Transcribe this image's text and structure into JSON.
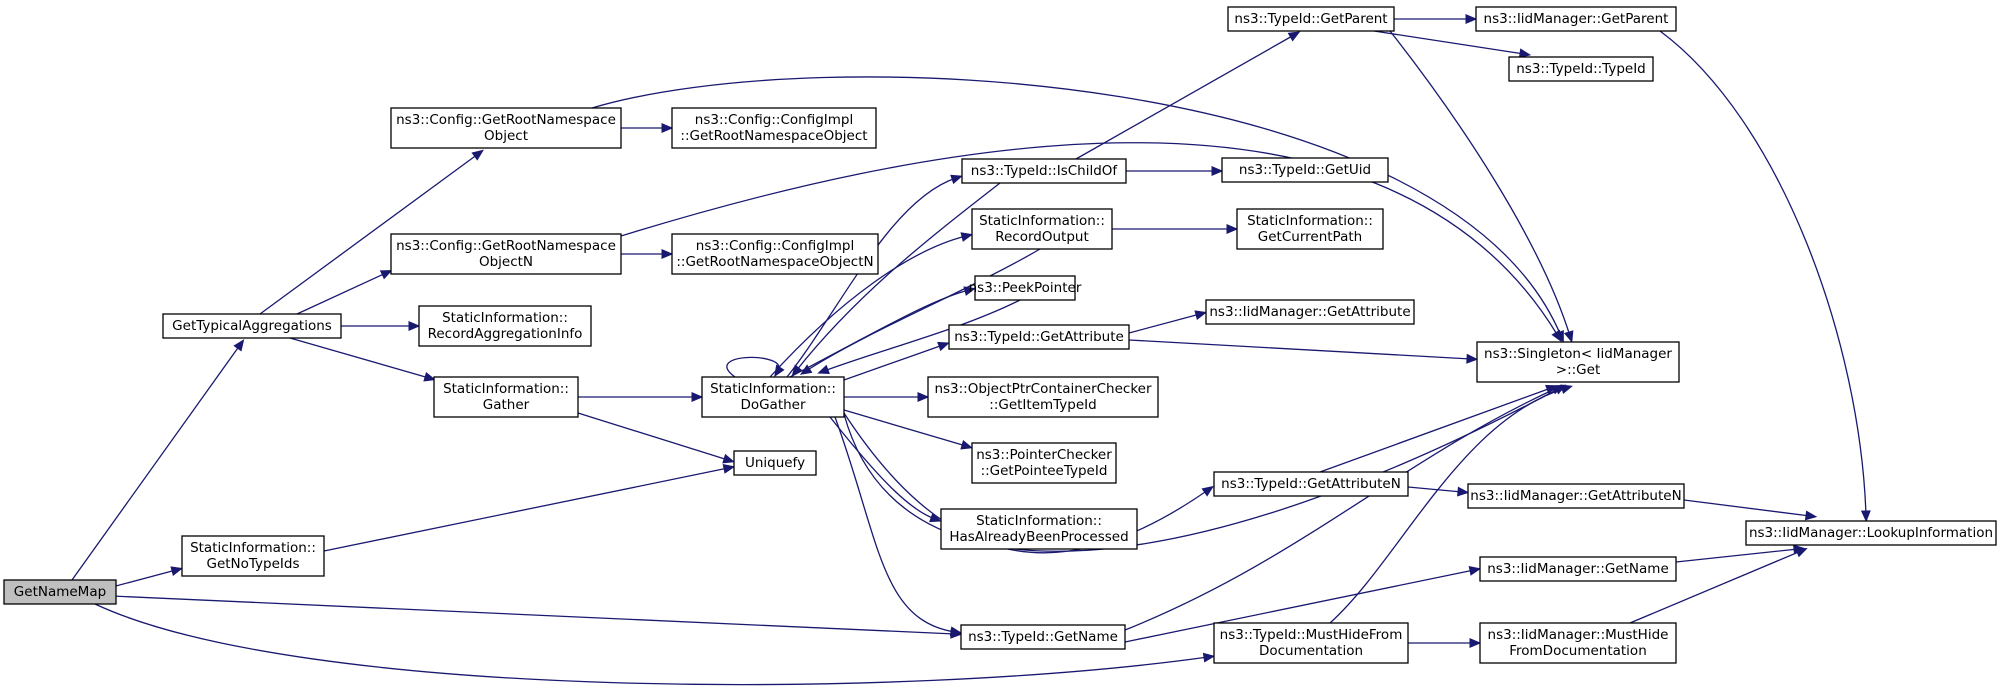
{
  "diagram": {
    "colors": {
      "edge": "#191970",
      "node_border": "#000000",
      "root_fill": "#bfbfbf",
      "node_fill": "#ffffff"
    },
    "nodes": [
      {
        "id": "getnamemap",
        "lines": [
          "GetNameMap"
        ],
        "root": true
      },
      {
        "id": "gettypicalaggregations",
        "lines": [
          "GetTypicalAggregations"
        ]
      },
      {
        "id": "getnotypeids",
        "lines": [
          "StaticInformation::",
          "GetNoTypeIds"
        ]
      },
      {
        "id": "getrootnsobject",
        "lines": [
          "ns3::Config::GetRootNamespace",
          "Object"
        ]
      },
      {
        "id": "getrootnsobjectn",
        "lines": [
          "ns3::Config::GetRootNamespace",
          "ObjectN"
        ]
      },
      {
        "id": "recordaggregationinfo",
        "lines": [
          "StaticInformation::",
          "RecordAggregationInfo"
        ]
      },
      {
        "id": "gather",
        "lines": [
          "StaticInformation::",
          "Gather"
        ]
      },
      {
        "id": "impl-getrootnsobject",
        "lines": [
          "ns3::Config::ConfigImpl",
          "::GetRootNamespaceObject"
        ]
      },
      {
        "id": "impl-getrootnsobjectn",
        "lines": [
          "ns3::Config::ConfigImpl",
          "::GetRootNamespaceObjectN"
        ]
      },
      {
        "id": "dogather",
        "lines": [
          "StaticInformation::",
          "DoGather"
        ]
      },
      {
        "id": "uniquefy",
        "lines": [
          "Uniquefy"
        ]
      },
      {
        "id": "ischildof",
        "lines": [
          "ns3::TypeId::IsChildOf"
        ]
      },
      {
        "id": "recordoutput",
        "lines": [
          "StaticInformation::",
          "RecordOutput"
        ]
      },
      {
        "id": "peekpointer",
        "lines": [
          "ns3::PeekPointer"
        ]
      },
      {
        "id": "typeid-getattribute",
        "lines": [
          "ns3::TypeId::GetAttribute"
        ]
      },
      {
        "id": "objectptrcontainerchecker",
        "lines": [
          "ns3::ObjectPtrContainerChecker",
          "::GetItemTypeId"
        ]
      },
      {
        "id": "pointerchecker",
        "lines": [
          "ns3::PointerChecker",
          "::GetPointeeTypeId"
        ]
      },
      {
        "id": "hasalreadybeenprocessed",
        "lines": [
          "StaticInformation::",
          "HasAlreadyBeenProcessed"
        ]
      },
      {
        "id": "typeid-getname",
        "lines": [
          "ns3::TypeId::GetName"
        ]
      },
      {
        "id": "typeid-getparent",
        "lines": [
          "ns3::TypeId::GetParent"
        ]
      },
      {
        "id": "typeid-getuid",
        "lines": [
          "ns3::TypeId::GetUid"
        ]
      },
      {
        "id": "getcurrentpath",
        "lines": [
          "StaticInformation::",
          "GetCurrentPath"
        ]
      },
      {
        "id": "iid-getattribute",
        "lines": [
          "ns3::IidManager::GetAttribute"
        ]
      },
      {
        "id": "typeid-getattributen",
        "lines": [
          "ns3::TypeId::GetAttributeN"
        ]
      },
      {
        "id": "typeid-musthide",
        "lines": [
          "ns3::TypeId::MustHideFrom",
          "Documentation"
        ]
      },
      {
        "id": "iid-getparent",
        "lines": [
          "ns3::IidManager::GetParent"
        ]
      },
      {
        "id": "typeid-typeid",
        "lines": [
          "ns3::TypeId::TypeId"
        ]
      },
      {
        "id": "singleton-get",
        "lines": [
          "ns3::Singleton< IidManager",
          ">::Get"
        ]
      },
      {
        "id": "iid-getattributen",
        "lines": [
          "ns3::IidManager::GetAttributeN"
        ]
      },
      {
        "id": "iid-getname",
        "lines": [
          "ns3::IidManager::GetName"
        ]
      },
      {
        "id": "iid-musthide",
        "lines": [
          "ns3::IidManager::MustHide",
          "FromDocumentation"
        ]
      },
      {
        "id": "iid-lookupinformation",
        "lines": [
          "ns3::IidManager::LookupInformation"
        ]
      }
    ],
    "edges": [
      {
        "from": "getnamemap",
        "to": "gettypicalaggregations"
      },
      {
        "from": "getnamemap",
        "to": "getnotypeids"
      },
      {
        "from": "getnamemap",
        "to": "typeid-getname"
      },
      {
        "from": "getnamemap",
        "to": "typeid-musthide"
      },
      {
        "from": "gettypicalaggregations",
        "to": "getrootnsobject"
      },
      {
        "from": "gettypicalaggregations",
        "to": "getrootnsobjectn"
      },
      {
        "from": "gettypicalaggregations",
        "to": "recordaggregationinfo"
      },
      {
        "from": "gettypicalaggregations",
        "to": "gather"
      },
      {
        "from": "getrootnsobject",
        "to": "impl-getrootnsobject"
      },
      {
        "from": "getrootnsobject",
        "to": "singleton-get"
      },
      {
        "from": "getrootnsobjectn",
        "to": "impl-getrootnsobjectn"
      },
      {
        "from": "getrootnsobjectn",
        "to": "singleton-get"
      },
      {
        "from": "gather",
        "to": "dogather"
      },
      {
        "from": "gather",
        "to": "uniquefy"
      },
      {
        "from": "getnotypeids",
        "to": "uniquefy"
      },
      {
        "from": "dogather",
        "to": "dogather"
      },
      {
        "from": "dogather",
        "to": "ischildof"
      },
      {
        "from": "dogather",
        "to": "recordoutput"
      },
      {
        "from": "dogather",
        "to": "peekpointer"
      },
      {
        "from": "dogather",
        "to": "typeid-getattribute"
      },
      {
        "from": "dogather",
        "to": "objectptrcontainerchecker"
      },
      {
        "from": "dogather",
        "to": "pointerchecker"
      },
      {
        "from": "dogather",
        "to": "hasalreadybeenprocessed"
      },
      {
        "from": "dogather",
        "to": "typeid-getattributen"
      },
      {
        "from": "dogather",
        "to": "typeid-getname"
      },
      {
        "from": "dogather",
        "to": "singleton-get"
      },
      {
        "from": "ischildof",
        "to": "dogather"
      },
      {
        "from": "recordoutput",
        "to": "dogather"
      },
      {
        "from": "peekpointer",
        "to": "dogather"
      },
      {
        "from": "ischildof",
        "to": "typeid-getparent"
      },
      {
        "from": "ischildof",
        "to": "typeid-getuid"
      },
      {
        "from": "recordoutput",
        "to": "getcurrentpath"
      },
      {
        "from": "typeid-getattribute",
        "to": "iid-getattribute"
      },
      {
        "from": "typeid-getattribute",
        "to": "singleton-get"
      },
      {
        "from": "typeid-getattributen",
        "to": "singleton-get"
      },
      {
        "from": "typeid-getattributen",
        "to": "iid-getattributen"
      },
      {
        "from": "typeid-getname",
        "to": "singleton-get"
      },
      {
        "from": "typeid-getname",
        "to": "iid-getname"
      },
      {
        "from": "typeid-musthide",
        "to": "singleton-get"
      },
      {
        "from": "typeid-musthide",
        "to": "iid-musthide"
      },
      {
        "from": "typeid-getparent",
        "to": "iid-getparent"
      },
      {
        "from": "typeid-getparent",
        "to": "typeid-typeid"
      },
      {
        "from": "typeid-getparent",
        "to": "singleton-get"
      },
      {
        "from": "iid-getparent",
        "to": "iid-lookupinformation"
      },
      {
        "from": "iid-getattributen",
        "to": "iid-lookupinformation"
      },
      {
        "from": "iid-getname",
        "to": "iid-lookupinformation"
      },
      {
        "from": "iid-musthide",
        "to": "iid-lookupinformation"
      }
    ]
  }
}
